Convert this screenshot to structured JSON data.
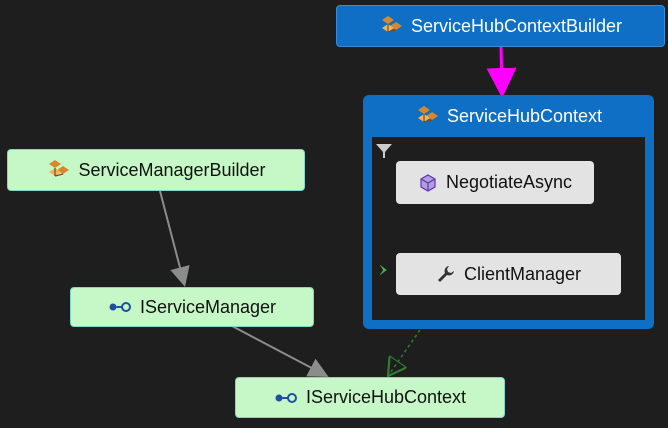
{
  "nodes": {
    "service_hub_context_builder": {
      "label": "ServiceHubContextBuilder",
      "icon": "class-icon"
    },
    "service_hub_context": {
      "label": "ServiceHubContext",
      "icon": "class-icon",
      "members": [
        {
          "label": "NegotiateAsync",
          "icon": "method-cube-icon"
        },
        {
          "label": "ClientManager",
          "icon": "wrench-property-icon"
        }
      ]
    },
    "service_manager_builder": {
      "label": "ServiceManagerBuilder",
      "icon": "class-icon"
    },
    "i_service_manager": {
      "label": "IServiceManager",
      "icon": "interface-icon"
    },
    "i_service_hub_context": {
      "label": "IServiceHubContext",
      "icon": "interface-icon"
    }
  },
  "edges": [
    {
      "from": "ServiceHubContextBuilder",
      "to": "ServiceHubContext",
      "style": "solid",
      "color": "#ff00ff"
    },
    {
      "from": "ServiceManagerBuilder",
      "to": "IServiceManager",
      "style": "solid",
      "color": "#8c8c8c"
    },
    {
      "from": "IServiceManager",
      "to": "IServiceHubContext",
      "style": "solid",
      "color": "#8c8c8c"
    },
    {
      "from": "ServiceHubContext",
      "to": "IServiceHubContext",
      "style": "dashed",
      "color": "#2e7d32"
    }
  ],
  "colors": {
    "background": "#1e1e1e",
    "class_fill": "#0e6fc5",
    "green_fill": "#c6f7c6",
    "member_fill": "#e3e3e3"
  }
}
